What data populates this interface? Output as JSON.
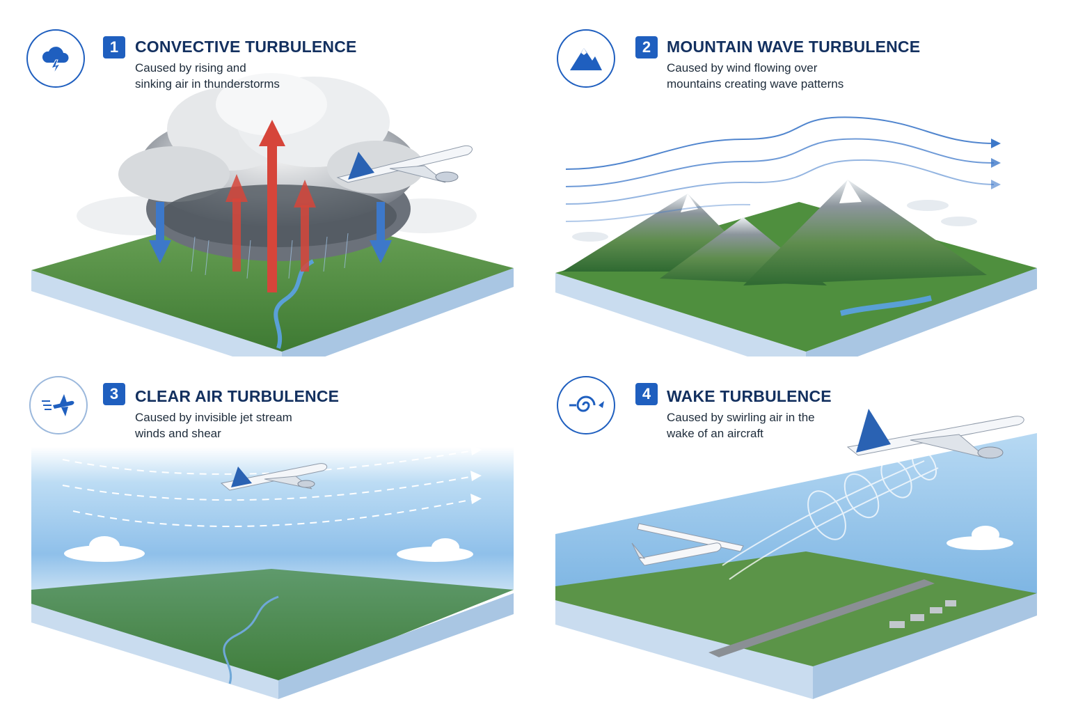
{
  "panels": [
    {
      "number": "1",
      "title": "CONVECTIVE TURBULENCE",
      "desc_line1": "Caused by rising and",
      "desc_line2": "sinking air in thunderstorms",
      "icon": "storm-cloud-icon"
    },
    {
      "number": "2",
      "title": "MOUNTAIN WAVE TURBULENCE",
      "desc_line1": "Caused by wind flowing over",
      "desc_line2": "mountains creating wave patterns",
      "icon": "mountain-icon"
    },
    {
      "number": "3",
      "title": "CLEAR AIR TURBULENCE",
      "desc_line1": "Caused by invisible jet stream",
      "desc_line2": "winds and shear",
      "icon": "fast-airplane-icon"
    },
    {
      "number": "4",
      "title": "WAKE TURBULENCE",
      "desc_line1": "Caused by swirling air in the",
      "desc_line2": "wake of an aircraft",
      "icon": "vortex-icon"
    }
  ],
  "colors": {
    "accent": "#1f5fbf",
    "title": "#13305f",
    "updraft": "#d6453a",
    "downdraft": "#3d78c9",
    "sky": "#a9d3f2",
    "terrain": "#4f8f3e",
    "slab_side": "#b9d3ea"
  }
}
